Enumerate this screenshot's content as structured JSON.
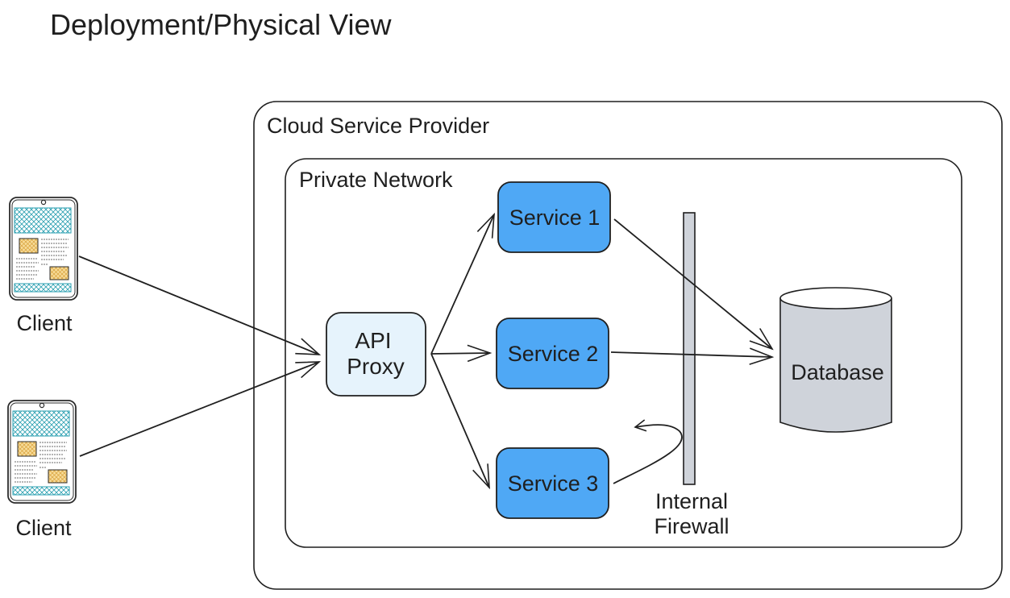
{
  "title": "Deployment/Physical View",
  "containers": {
    "cloud": "Cloud Service Provider",
    "private": "Private Network"
  },
  "clients": [
    {
      "label": "Client",
      "icon": "mobile-phone-icon"
    },
    {
      "label": "Client",
      "icon": "mobile-phone-icon"
    }
  ],
  "proxy": {
    "line1": "API",
    "line2": "Proxy"
  },
  "services": [
    "Service 1",
    "Service 2",
    "Service 3"
  ],
  "firewall": {
    "line1": "Internal",
    "line2": "Firewall"
  },
  "database": "Database",
  "colors": {
    "service_fill": "#4fa8f5",
    "proxy_fill": "#e6f3fc",
    "firewall_fill": "#cfd3da",
    "database_fill": "#cfd3da",
    "line": "#1f1f1f"
  }
}
